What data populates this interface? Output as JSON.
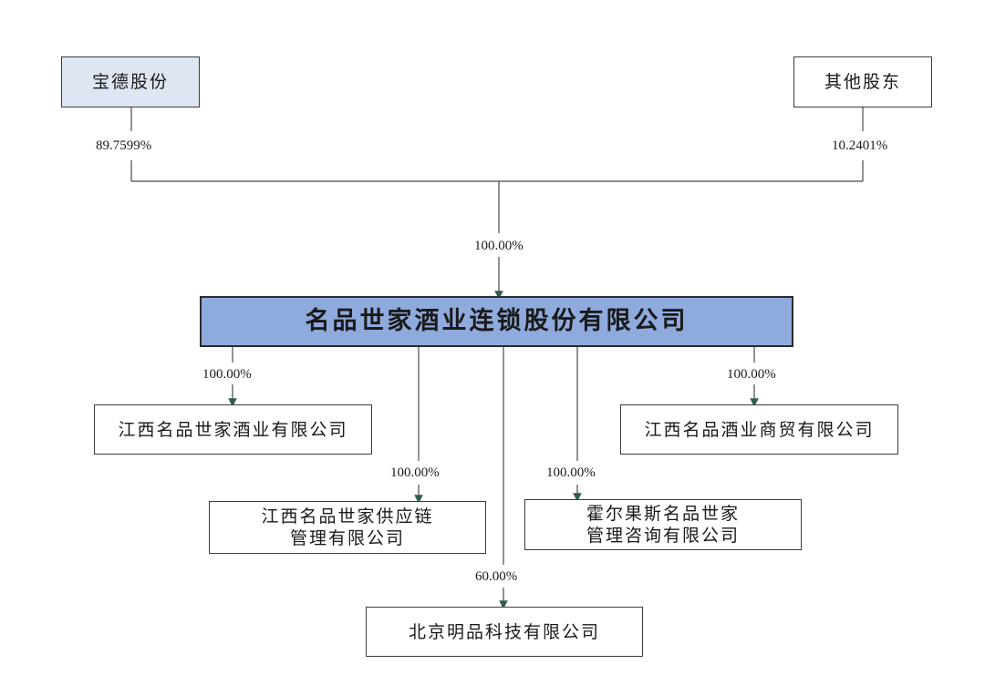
{
  "shareholders": {
    "baode": {
      "name": "宝德股份",
      "share": "89.7599%"
    },
    "others": {
      "name": "其他股东",
      "share": "10.2401%"
    }
  },
  "parent": {
    "name": "名品世家酒业连锁股份有限公司",
    "share": "100.00%"
  },
  "subsidiaries": [
    {
      "lines": [
        "江西名品世家酒业有限公司"
      ],
      "share": "100.00%"
    },
    {
      "lines": [
        "江西名品世家供应链",
        "管理有限公司"
      ],
      "share": "100.00%"
    },
    {
      "lines": [
        "北京明品科技有限公司"
      ],
      "share": "60.00%"
    },
    {
      "lines": [
        "霍尔果斯名品世家",
        "管理咨询有限公司"
      ],
      "share": "100.00%"
    },
    {
      "lines": [
        "江西名品酒业商贸有限公司"
      ],
      "share": "100.00%"
    }
  ],
  "colors": {
    "line": "#4a4a4a",
    "arrow": "#2e5e4e",
    "shareholder_fill": "#dde6f2",
    "parent_fill": "#8faadc"
  }
}
